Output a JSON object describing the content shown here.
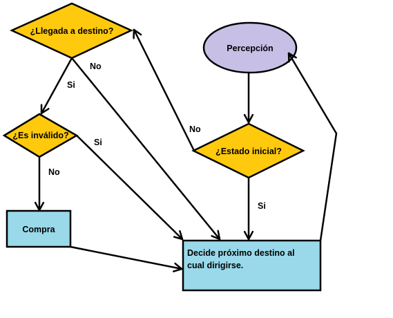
{
  "diagram": {
    "colors": {
      "diamond_fill": "#ffc90e",
      "ellipse_fill": "#c8bfe7",
      "box_fill": "#99d9ea",
      "stroke": "#000000"
    },
    "nodes": {
      "llegada": "¿Llegada a destino?",
      "invalido": "¿Es inválido?",
      "compra": "Compra",
      "percepcion": "Percepción",
      "estado": "¿Estado inicial?",
      "decide_line1": "Decide próximo destino al",
      "decide_line2": "cual dirigirse."
    },
    "edge_labels": {
      "llegada_no": "No",
      "llegada_si": "Si",
      "invalido_si": "Si",
      "invalido_no": "No",
      "estado_no": "No",
      "estado_si": "Si"
    }
  }
}
